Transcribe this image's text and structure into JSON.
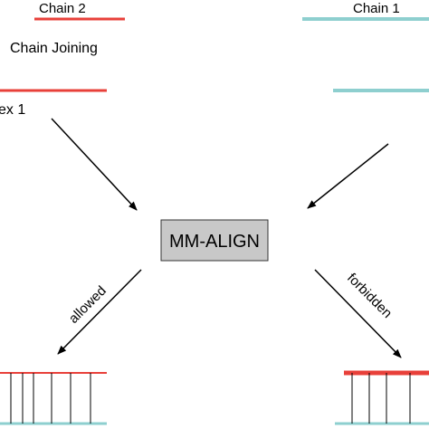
{
  "labels": {
    "chain2": "Chain 2",
    "chain1": "Chain 1",
    "chain_joining": "Chain Joining",
    "complex_fragment": "ex 1",
    "center_box": "MM-ALIGN",
    "allowed": "allowed",
    "forbidden": "forbidden"
  },
  "colors": {
    "red_chain": "#e8403a",
    "teal_chain": "#8ecfcf",
    "box_fill": "#c8c8c8",
    "arrow": "#000000"
  }
}
